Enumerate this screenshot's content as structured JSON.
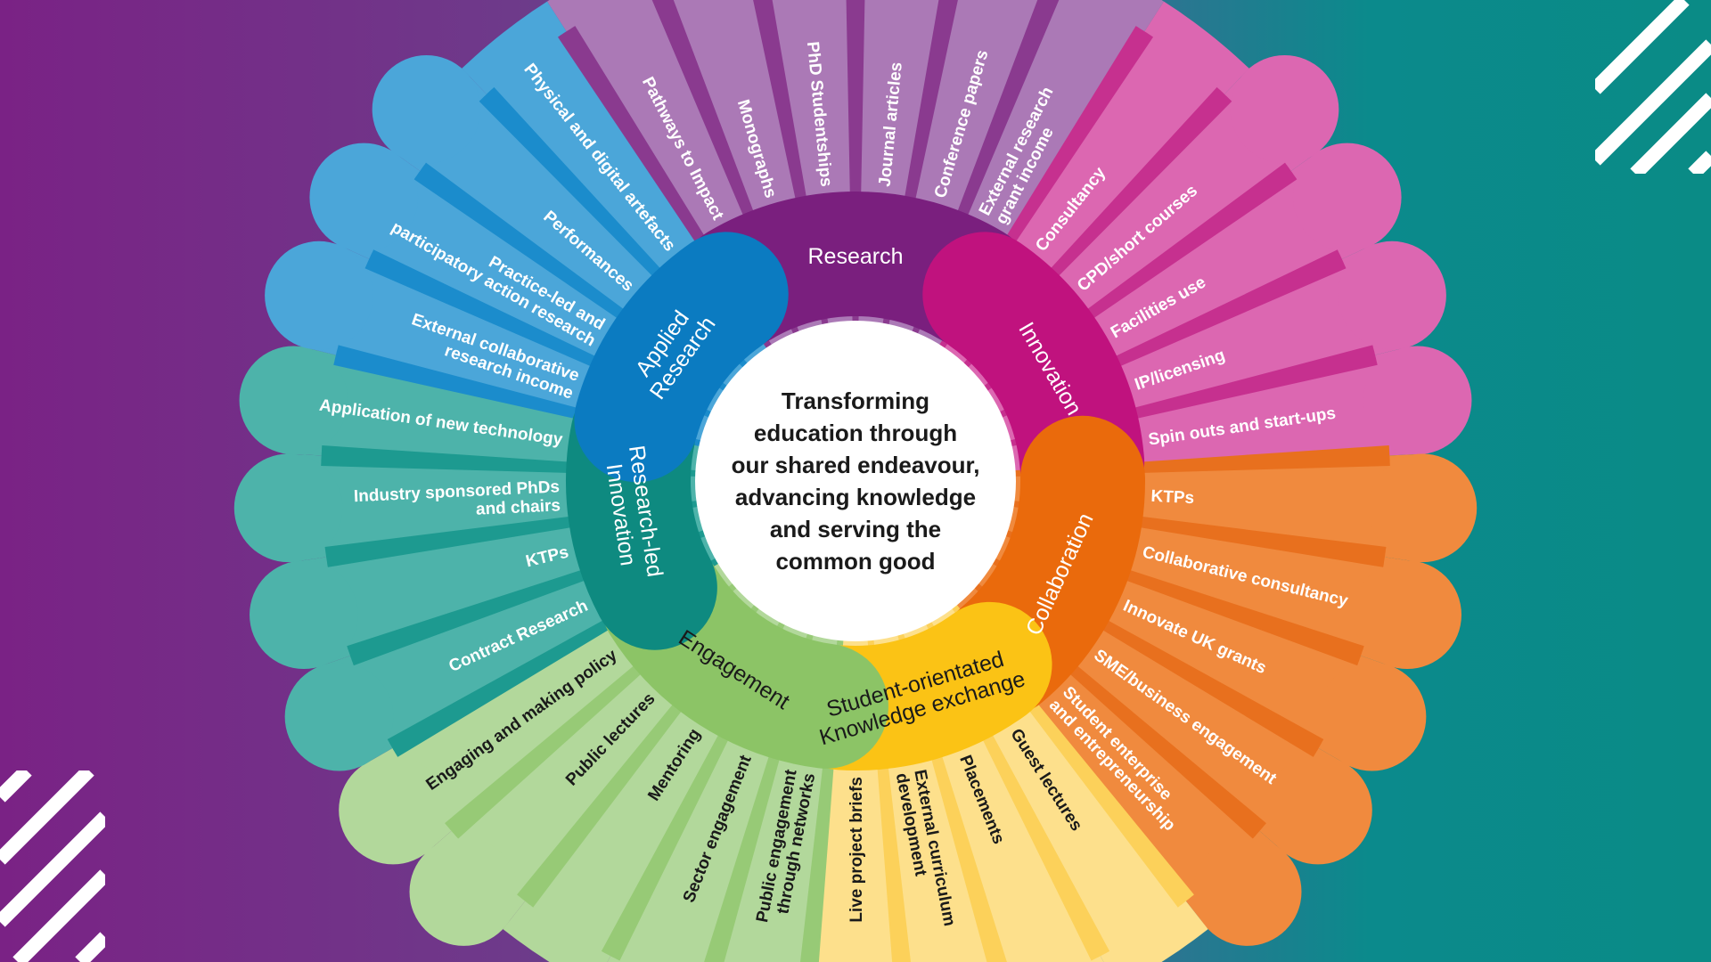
{
  "center_text": [
    "Transforming",
    "education through",
    "our shared endeavour,",
    "advancing knowledge",
    "and serving the",
    "common good"
  ],
  "categories": [
    {
      "label_lines": [
        "Research"
      ],
      "color": "#7a1f7e",
      "light": "#ab79b6",
      "dark": "#8a3a8f",
      "text_color": "#ffffff",
      "items": [
        {
          "lines": [
            "Pathways to Impact"
          ]
        },
        {
          "lines": [
            "Monographs"
          ]
        },
        {
          "lines": [
            "PhD Studentships"
          ]
        },
        {
          "lines": [
            "Journal articles"
          ]
        },
        {
          "lines": [
            "Conference papers"
          ]
        },
        {
          "lines": [
            "External research",
            "grant income"
          ]
        }
      ]
    },
    {
      "label_lines": [
        "Innovation"
      ],
      "color": "#c0127e",
      "light": "#dc67b1",
      "dark": "#c6308f",
      "text_color": "#ffffff",
      "items": [
        {
          "lines": [
            "Consultancy"
          ]
        },
        {
          "lines": [
            "CPD/short courses"
          ]
        },
        {
          "lines": [
            "Facilities use"
          ]
        },
        {
          "lines": [
            "IP/licensing"
          ]
        },
        {
          "lines": [
            "Spin outs and start-ups"
          ]
        }
      ]
    },
    {
      "label_lines": [
        "Collaboration"
      ],
      "color": "#ea6a0c",
      "light": "#f08a3e",
      "dark": "#e8701e",
      "text_color": "#ffffff",
      "items": [
        {
          "lines": [
            "KTPs"
          ]
        },
        {
          "lines": [
            "Collaborative consultancy"
          ]
        },
        {
          "lines": [
            "Innovate UK grants"
          ]
        },
        {
          "lines": [
            "SME/business engagement"
          ]
        },
        {
          "lines": [
            "Student enterprise",
            "and entrepreneurship"
          ]
        }
      ]
    },
    {
      "label_lines": [
        "Student-orientated",
        "Knowledge exchange"
      ],
      "color": "#fbc315",
      "light": "#fde08c",
      "dark": "#fcd15a",
      "text_color": "#1a1a1a",
      "items": [
        {
          "lines": [
            "Guest lectures"
          ]
        },
        {
          "lines": [
            "Placements"
          ]
        },
        {
          "lines": [
            "External curriculum",
            "development"
          ]
        },
        {
          "lines": [
            "Live project briefs"
          ]
        }
      ]
    },
    {
      "label_lines": [
        "Engagement"
      ],
      "color": "#8cc466",
      "light": "#b2d89b",
      "dark": "#97ca76",
      "text_color": "#1a1a1a",
      "items": [
        {
          "lines": [
            "Public engagement",
            "through networks"
          ]
        },
        {
          "lines": [
            "Sector engagement"
          ]
        },
        {
          "lines": [
            "Mentoring"
          ]
        },
        {
          "lines": [
            "Public lectures"
          ]
        },
        {
          "lines": [
            "Engaging and making policy"
          ]
        }
      ]
    },
    {
      "label_lines": [
        "Research-led",
        "Innovation"
      ],
      "color": "#0e8a80",
      "light": "#4db3aa",
      "dark": "#1d9a90",
      "text_color": "#ffffff",
      "items": [
        {
          "lines": [
            "Contract Research"
          ]
        },
        {
          "lines": [
            "KTPs"
          ]
        },
        {
          "lines": [
            "Industry sponsored PhDs",
            "and chairs"
          ]
        },
        {
          "lines": [
            "Application of new technology"
          ]
        }
      ]
    },
    {
      "label_lines": [
        "Applied",
        "Research"
      ],
      "color": "#0b7bc1",
      "light": "#4ba6d9",
      "dark": "#1b8ccc",
      "text_color": "#ffffff",
      "items": [
        {
          "lines": [
            "External collaborative",
            "research income"
          ]
        },
        {
          "lines": [
            "Practice-led and",
            "participatory action research"
          ]
        },
        {
          "lines": [
            "Performances"
          ]
        },
        {
          "lines": [
            "Physical and digital artefacts"
          ]
        }
      ]
    }
  ]
}
